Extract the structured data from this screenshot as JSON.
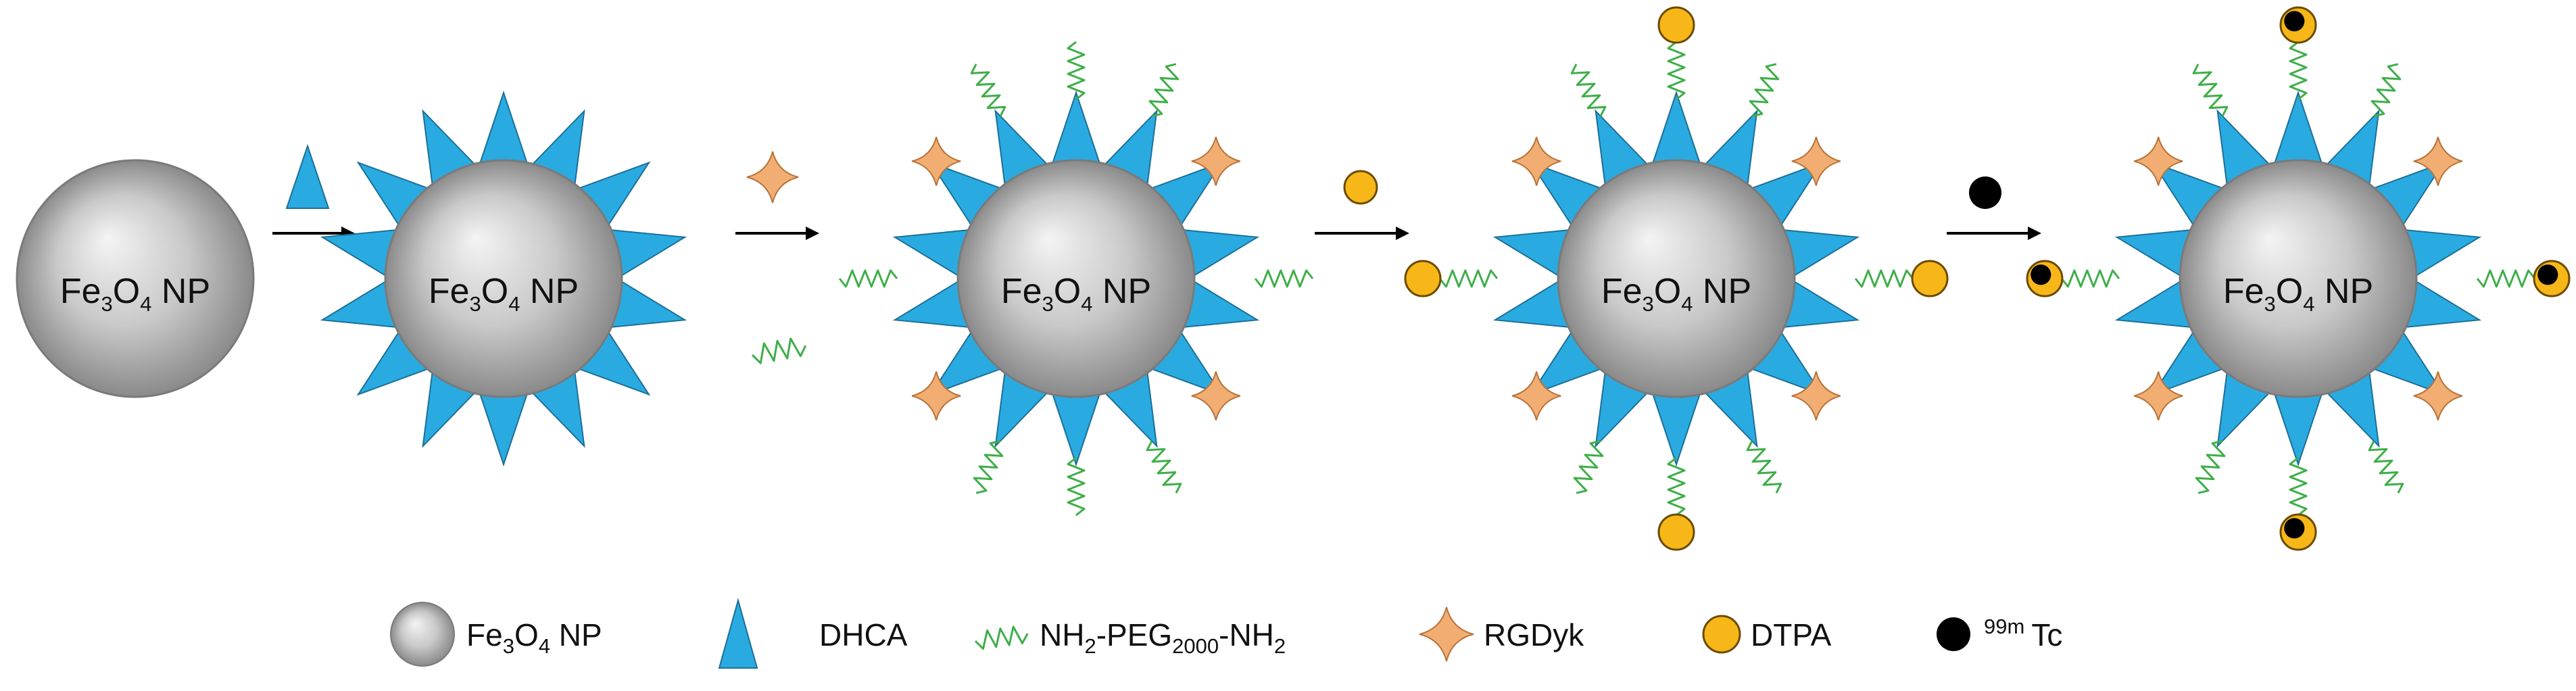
{
  "nanoparticle": {
    "label_main": "Fe",
    "label_sub": "3",
    "label_o": "O",
    "label_sub2": "4",
    "label_tail": " NP"
  },
  "legend": {
    "fe3o4": {
      "main": "Fe",
      "sub": "3",
      "o": "O",
      "sub2": "4",
      "tail": " NP"
    },
    "dhca": "DHCA",
    "peg": {
      "a": "NH",
      "a_sub": "2",
      "b": "-PEG",
      "b_sub": "2000",
      "c": "-NH",
      "c_sub": "2"
    },
    "rgdyk": "RGDyk",
    "dtpa": "DTPA",
    "tc": {
      "sup": "99m",
      "main": "Tc"
    }
  },
  "colors": {
    "sphere_light": "#f2f2f2",
    "sphere_dark": "#8e8e8e",
    "dhca_spike": "#29abe2",
    "peg_chain": "#3fae49",
    "rgdyk_star": "#f2ae72",
    "dtpa_circle": "#f7b718",
    "tc_dot": "#000000",
    "arrow": "#000000"
  },
  "icons": [
    "sphere-icon",
    "triangle-icon",
    "zigzag-icon",
    "four-point-star-icon",
    "circle-icon",
    "black-dot-icon",
    "arrow-icon"
  ]
}
